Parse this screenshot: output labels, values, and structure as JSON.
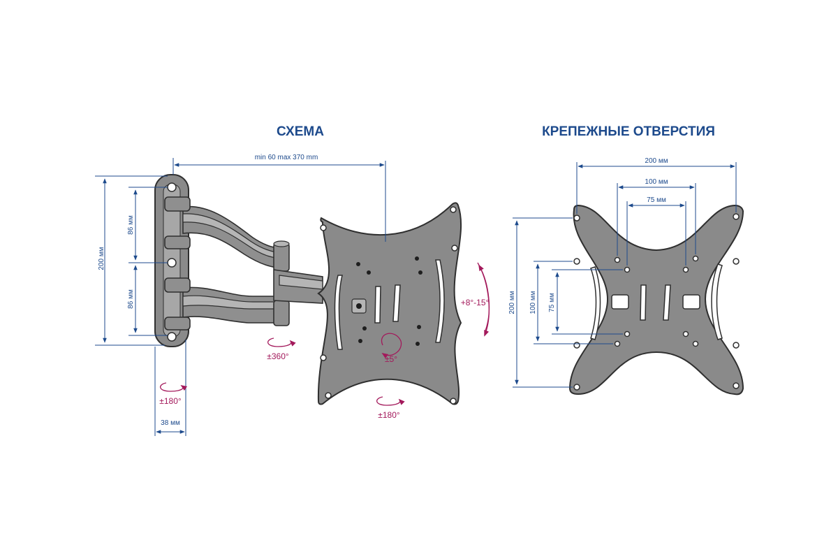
{
  "titles": {
    "scheme": "СХЕМА",
    "holes": "КРЕПЕЖНЫЕ ОТВЕРСТИЯ"
  },
  "scheme_dims": {
    "reach": "min 60 max 370 mm",
    "height_total": "200 мм",
    "spacing_upper": "86 мм",
    "spacing_lower": "86 мм",
    "depth": "38 мм"
  },
  "rotations": {
    "wall_swivel": "±180°",
    "arm_swivel": "±360°",
    "plate_rotate": "±5°",
    "plate_swivel": "±180°",
    "tilt": "+8°-15°"
  },
  "holes_dims": {
    "width_200": "200 мм",
    "width_100": "100 мм",
    "width_75": "75 мм",
    "height_200": "200 мм",
    "height_100": "100 мм",
    "height_75": "75 мм"
  },
  "colors": {
    "dimension": "#1d4a8c",
    "rotation": "#a3195b",
    "metal": "#8a8a8a"
  }
}
